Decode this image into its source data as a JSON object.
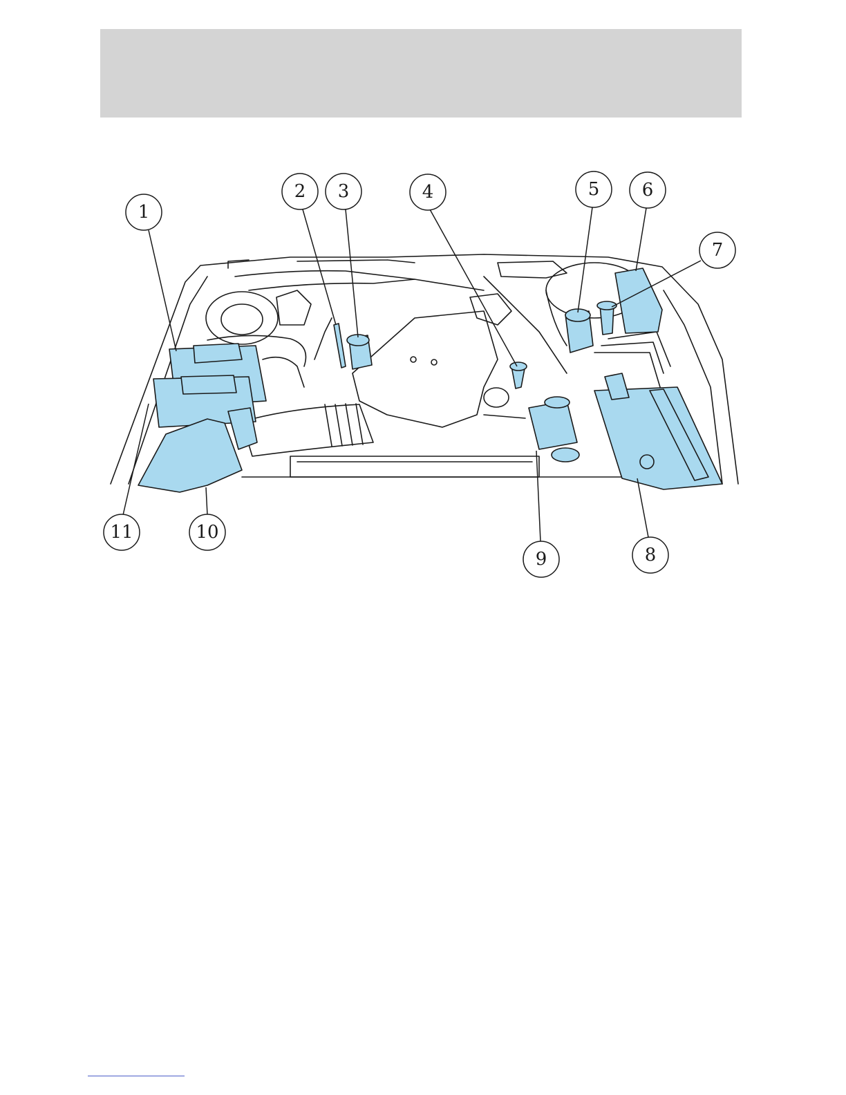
{
  "callouts": [
    {
      "label": "1"
    },
    {
      "label": "2"
    },
    {
      "label": "3"
    },
    {
      "label": "4"
    },
    {
      "label": "5"
    },
    {
      "label": "6"
    },
    {
      "label": "7"
    },
    {
      "label": "8"
    },
    {
      "label": "9"
    },
    {
      "label": "10"
    },
    {
      "label": "11"
    }
  ],
  "colors": {
    "highlight": "#a9d9ef",
    "line": "#1a1a1a",
    "header_band": "#d4d4d4",
    "footer_rule": "#4a5cc8"
  }
}
